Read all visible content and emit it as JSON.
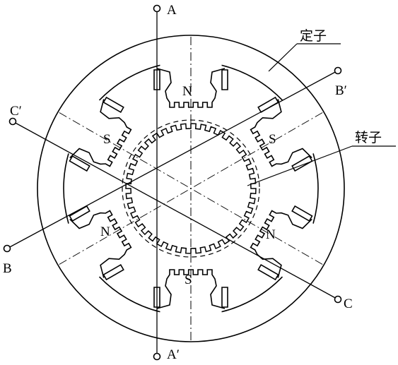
{
  "labels": {
    "A": "A",
    "A_prime": "A′",
    "B": "B",
    "B_prime": "B′",
    "C": "C",
    "C_prime": "C′",
    "stator": "定子",
    "rotor": "转子",
    "poles": {
      "top": "N",
      "bottom": "S",
      "upper_left": "S",
      "upper_right": "S",
      "lower_left": "N",
      "lower_right": "N"
    }
  },
  "colors": {
    "line": "#000000",
    "background": "#ffffff"
  }
}
